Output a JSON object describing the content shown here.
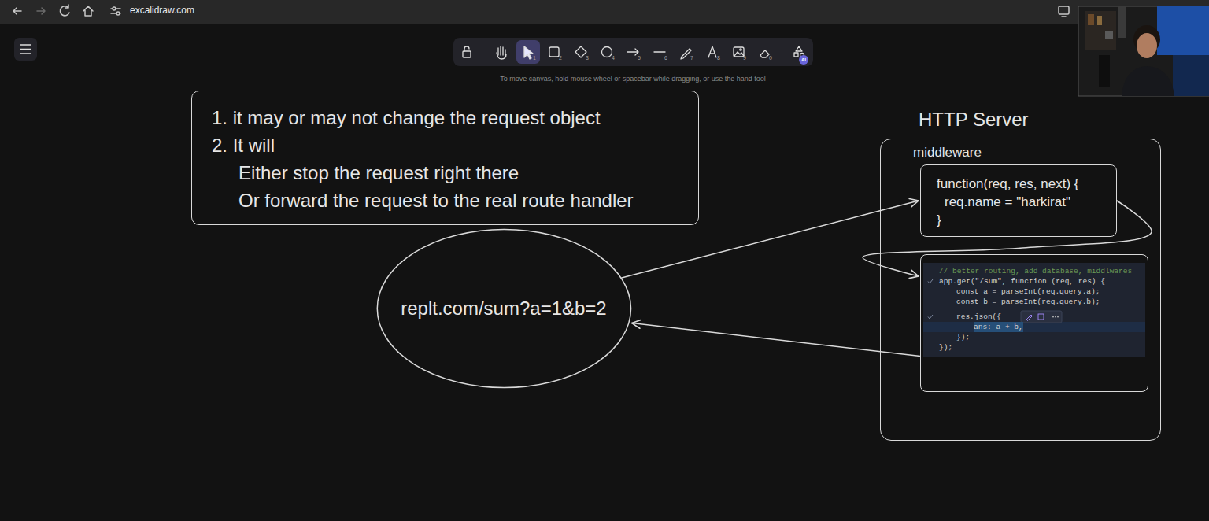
{
  "diagram": {
    "nodes": [
      {
        "text": [
          "1. it may or may not change the request object",
          "2. It will",
          "Either stop the request right there",
          "Or forward the request to the real route handler"
        ]
      },
      {
        "text": [
          "replt.com/sum?a=1&b=2"
        ]
      },
      {
        "text": [
          "HTTP Server"
        ]
      },
      {
        "text": [
          "middleware",
          "function(req, res, next) {",
          "req.name = \"harkirat\"",
          "}"
        ],
        "in": 2
      },
      {
        "text": [
          "// better routing, add database, middlwares",
          "app.get(\"/sum\", function (req, res) {",
          "const a = parseInt(req.query.a);",
          "const b = parseInt(req.query.b);",
          "res.json({",
          "ans: a + b,",
          "});",
          "});"
        ],
        "in": 2
      }
    ],
    "edges": [
      {
        "from": 1,
        "to": 3,
        "arrow": "to"
      },
      {
        "from": 3,
        "to": 4,
        "arrow": "to"
      },
      {
        "from": 4,
        "to": 1,
        "arrow": "to"
      }
    ],
    "labels": [
      "excalidraw.com",
      "To move canvas, hold mouse wheel or spacebar while dragging, or use the hand tool",
      "1",
      "2",
      "3",
      "4",
      "5",
      "6",
      "7",
      "8",
      "9",
      "0",
      "AI"
    ]
  }
}
